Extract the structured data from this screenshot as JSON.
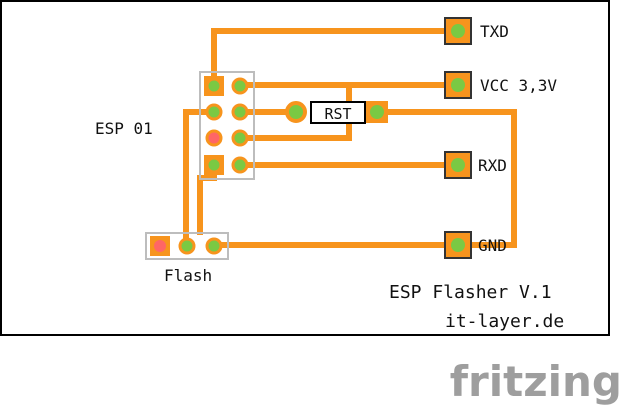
{
  "labels": {
    "txd": "TXD",
    "vcc": "VCC 3,3V",
    "rxd": "RXD",
    "gnd": "GND",
    "esp": "ESP 01",
    "rst": "RST",
    "flash": "Flash",
    "title": "ESP Flasher V.1",
    "site": "it-layer.de",
    "logo": "fritzing"
  },
  "colors": {
    "trace": "#f7941d",
    "pin": "#7ac943",
    "pin_special": "#ff6666",
    "board": "#ffffff",
    "outline": "#000000",
    "logo": "#9e9e9e"
  }
}
